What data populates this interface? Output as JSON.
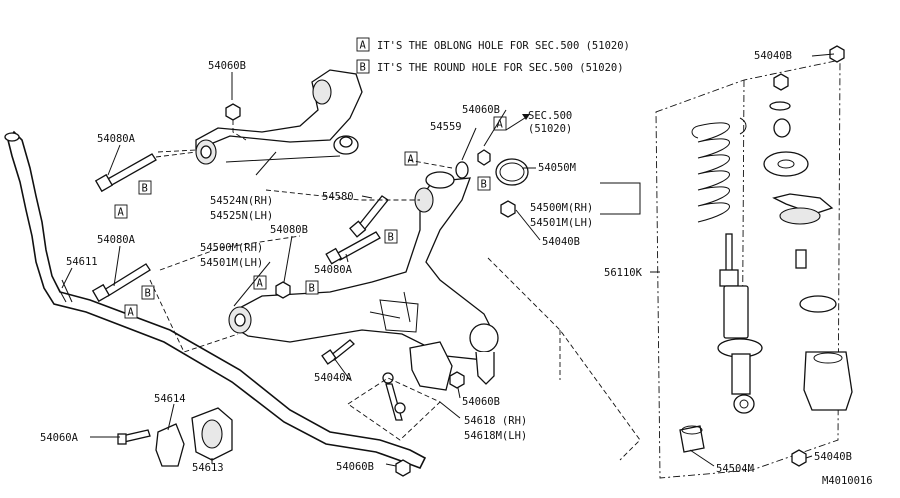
{
  "legend": {
    "a_marker": "A",
    "a_text": "IT'S THE OBLONG HOLE FOR SEC.500 (51020)",
    "b_marker": "B",
    "b_text": "IT'S THE ROUND HOLE FOR SEC.500 (51020)"
  },
  "markers": {
    "a": "A",
    "b": "B"
  },
  "labels": {
    "p54060b_top": "54060B",
    "p54080a_upper": "54080A",
    "p54524n": "54524N(RH)",
    "p54525n": "54525N(LH)",
    "p54080a_mid": "54080A",
    "p54611": "54611",
    "p54500m_left": "54500M(RH)",
    "p54501m_left": "54501M(LH)",
    "p54080b": "54080B",
    "p54580": "54580",
    "p54080a_low": "54080A",
    "p54559": "54559",
    "p54060b_mid": "54060B",
    "sec500": "SEC.500",
    "sec500_code": "(51020)",
    "p54050m": "54050M",
    "p54500m_right": "54500M(RH)",
    "p54501m_right": "54501M(LH)",
    "p54040b_mid": "54040B",
    "p54040b_top": "54040B",
    "p56110k": "56110K",
    "p54040a": "54040A",
    "p54060b_low": "54060B",
    "p54618_rh": "54618 (RH)",
    "p54618m_lh": "54618M(LH)",
    "p54614": "54614",
    "p54060a": "54060A",
    "p54613": "54613",
    "p54060b_bottom": "54060B",
    "p54504m": "54504M",
    "p54040b_bottom": "54040B",
    "diagram_code": "M4010016"
  }
}
